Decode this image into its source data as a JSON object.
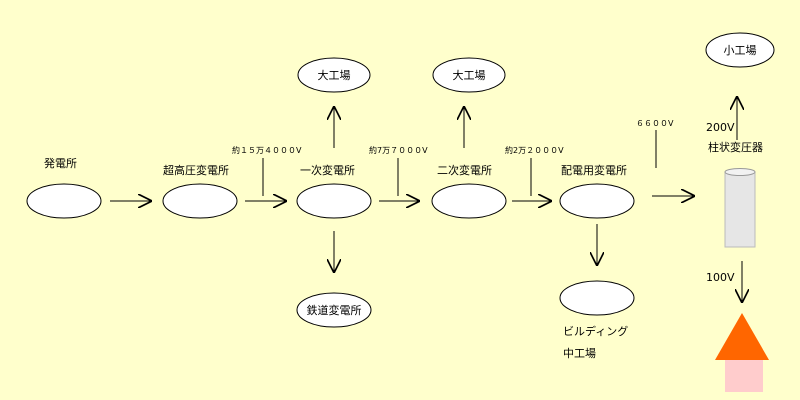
{
  "labels": {
    "power_plant": "発電所",
    "ultra_high_substation": "超高圧変電所",
    "primary_substation": "一次変電所",
    "secondary_substation": "二次変電所",
    "distribution_substation": "配電用変電所",
    "railway_substation": "鉄道変電所",
    "large_factory_1": "大工場",
    "large_factory_2": "大工場",
    "small_factory": "小工場",
    "building": "ビルディング",
    "medium_factory": "中工場",
    "pole_transformer": "柱状変圧器"
  },
  "voltages": {
    "v1": "約１５万４０００V",
    "v2": "約7万７０００V",
    "v3": "約2万２０００V",
    "v4": "６６００V",
    "v5": "200V",
    "v6": "100V"
  },
  "colors": {
    "background": "#ffffcc",
    "node_fill": "#ffffff",
    "transformer_fill": "#e6e6e6",
    "house_roof": "#ff6600",
    "house_body": "#ffcccc"
  }
}
